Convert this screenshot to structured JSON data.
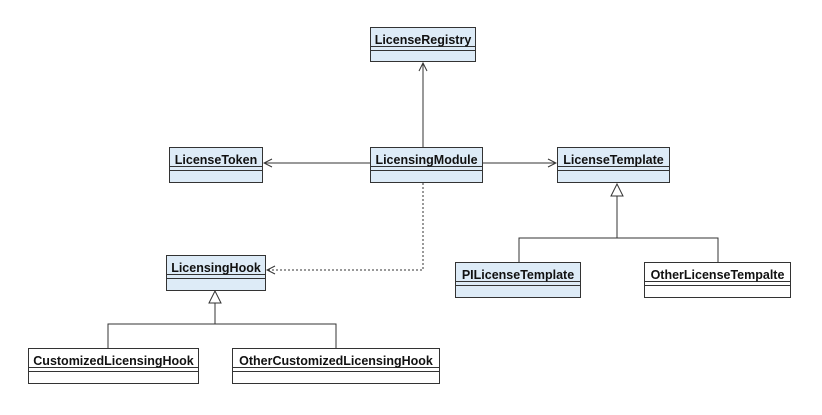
{
  "diagram": {
    "classes": {
      "license_registry": {
        "name": "LicenseRegistry"
      },
      "license_token": {
        "name": "LicenseToken"
      },
      "licensing_module": {
        "name": "LicensingModule"
      },
      "license_template": {
        "name": "LicenseTemplate"
      },
      "licensing_hook": {
        "name": "LicensingHook"
      },
      "pil_license_template": {
        "name": "PILicenseTemplate"
      },
      "other_license_tempalte": {
        "name": "OtherLicenseTempalte"
      },
      "customized_licensing_hook": {
        "name": "CustomizedLicensingHook"
      },
      "other_customized_licensing_hook": {
        "name": "OtherCustomizedLicensingHook"
      }
    },
    "relations": [
      {
        "from": "LicensingModule",
        "to": "LicenseRegistry",
        "type": "association"
      },
      {
        "from": "LicensingModule",
        "to": "LicenseToken",
        "type": "association"
      },
      {
        "from": "LicensingModule",
        "to": "LicenseTemplate",
        "type": "association"
      },
      {
        "from": "LicensingModule",
        "to": "LicensingHook",
        "type": "dependency"
      },
      {
        "from": "PILicenseTemplate",
        "to": "LicenseTemplate",
        "type": "generalization"
      },
      {
        "from": "OtherLicenseTempalte",
        "to": "LicenseTemplate",
        "type": "generalization"
      },
      {
        "from": "CustomizedLicensingHook",
        "to": "LicensingHook",
        "type": "generalization"
      },
      {
        "from": "OtherCustomizedLicensingHook",
        "to": "LicensingHook",
        "type": "generalization"
      }
    ],
    "colors": {
      "highlight_fill": "#ddebf7",
      "plain_fill": "#ffffff",
      "stroke": "#333333"
    }
  }
}
